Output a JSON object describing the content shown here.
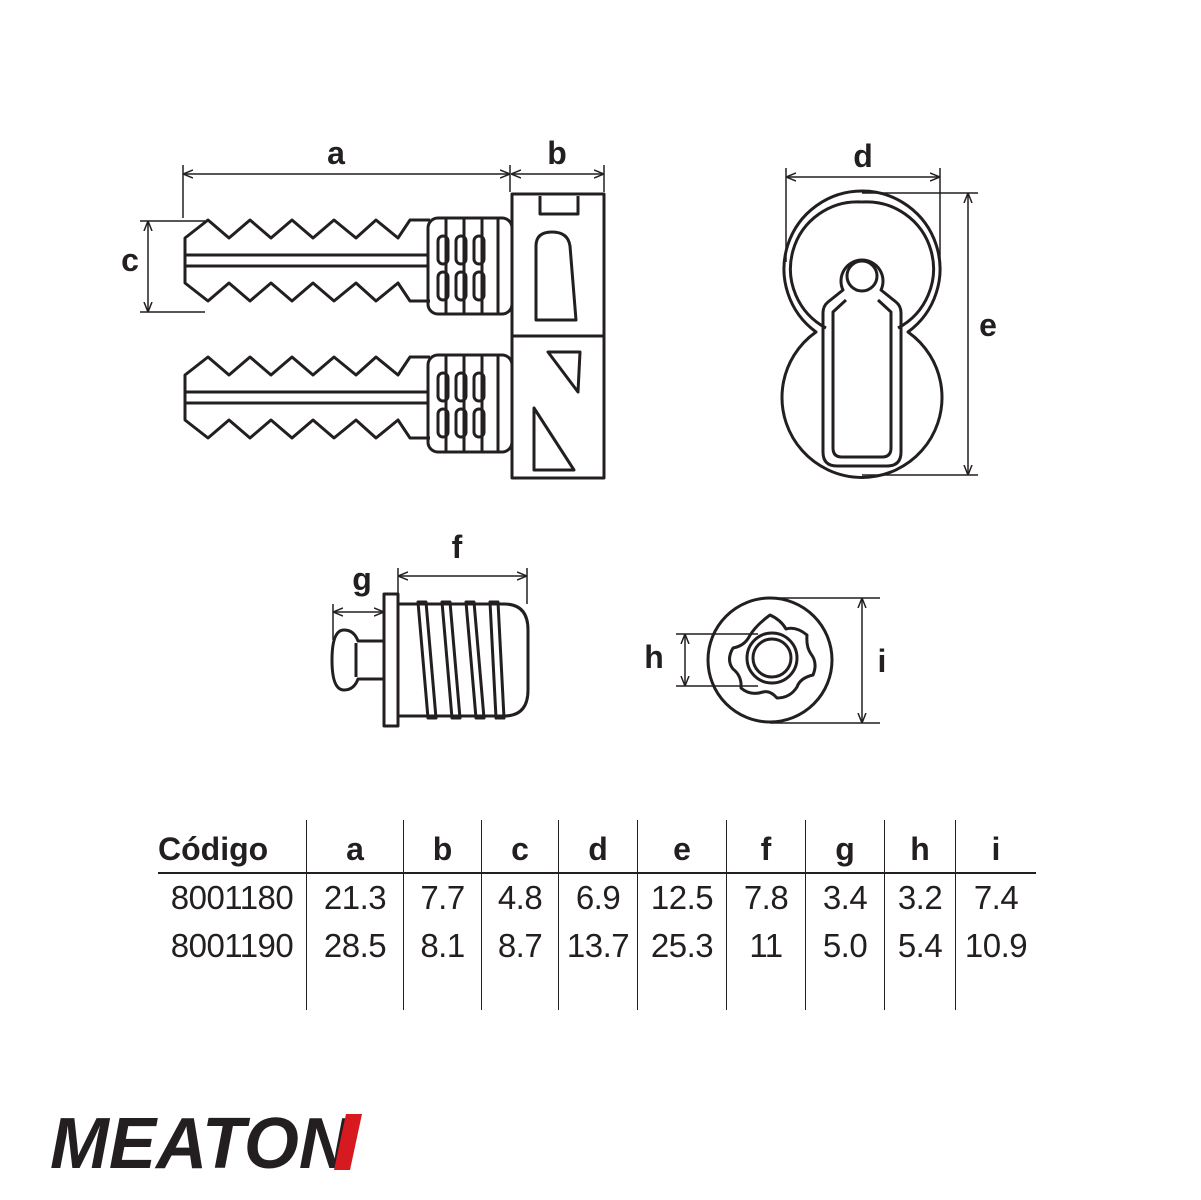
{
  "labels": {
    "a": "a",
    "b": "b",
    "c": "c",
    "d": "d",
    "e": "e",
    "f": "f",
    "g": "g",
    "h": "h",
    "i": "i"
  },
  "table": {
    "headers": [
      "Código",
      "a",
      "b",
      "c",
      "d",
      "e",
      "f",
      "g",
      "h",
      "i"
    ],
    "rows": [
      [
        "8001180",
        "21.3",
        "7.7",
        "4.8",
        "6.9",
        "12.5",
        "7.8",
        "3.4",
        "3.2",
        "7.4"
      ],
      [
        "8001190",
        "28.5",
        "8.1",
        "8.7",
        "13.7",
        "25.3",
        "11",
        "5.0",
        "5.4",
        "10.9"
      ]
    ]
  },
  "brand": {
    "name": "MEATON",
    "text_color": "#231f20",
    "accent_color": "#d71920"
  }
}
